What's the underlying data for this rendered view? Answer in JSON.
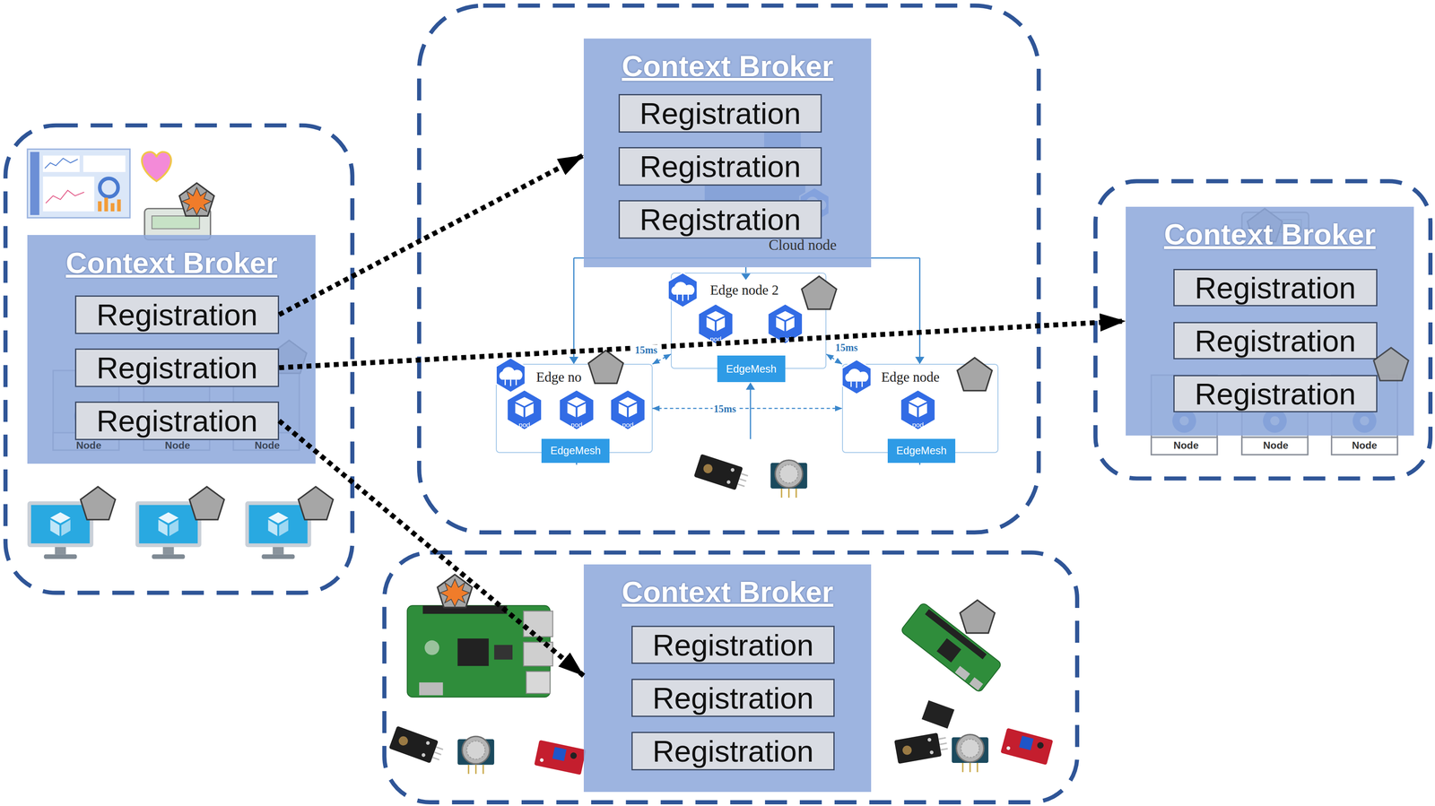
{
  "diagram": {
    "nodes": [
      {
        "text": [
          "Context Broker"
        ]
      },
      {
        "text": [
          "Registration"
        ],
        "in": 0
      },
      {
        "text": [
          "Registration"
        ],
        "in": 0
      },
      {
        "text": [
          "Registration"
        ],
        "in": 0
      },
      {
        "text": [
          "Context Broker"
        ]
      },
      {
        "text": [
          "Registration"
        ],
        "in": 4
      },
      {
        "text": [
          "Registration"
        ],
        "in": 4
      },
      {
        "text": [
          "Registration"
        ],
        "in": 4
      },
      {
        "text": [
          "Edge node 2"
        ]
      },
      {
        "text": [
          "EdgeMesh"
        ],
        "in": 8
      },
      {
        "text": [
          "Edge no"
        ]
      },
      {
        "text": [
          "EdgeMesh"
        ],
        "in": 10
      },
      {
        "text": [
          "Edge node"
        ]
      },
      {
        "text": [
          "EdgeMesh"
        ],
        "in": 12
      },
      {
        "text": [
          "Context Broker"
        ]
      },
      {
        "text": [
          "Registration"
        ],
        "in": 14
      },
      {
        "text": [
          "Registration"
        ],
        "in": 14
      },
      {
        "text": [
          "Registration"
        ],
        "in": 14
      },
      {
        "text": [
          "Context Broker"
        ]
      },
      {
        "text": [
          "Registration"
        ],
        "in": 18
      },
      {
        "text": [
          "Registration"
        ],
        "in": 18
      },
      {
        "text": [
          "Registration"
        ],
        "in": 18
      }
    ],
    "edges": [
      {
        "from": 1,
        "to": 4,
        "arrow": "to"
      },
      {
        "from": 2,
        "to": 14,
        "arrow": "to"
      },
      {
        "from": 3,
        "to": 18,
        "arrow": "to"
      },
      {
        "from": 8,
        "to": 10,
        "label": "15ms",
        "arrow": "both"
      },
      {
        "from": 8,
        "to": 12,
        "label": "15ms",
        "arrow": "both"
      },
      {
        "from": 10,
        "to": 12,
        "label": "15ms",
        "arrow": "both"
      }
    ],
    "labels": [
      "Cloud node",
      "pod",
      "pod",
      "pod",
      "pod",
      "pod",
      "pod",
      "Node",
      "Node",
      "Node",
      "Node",
      "Node",
      "Node"
    ]
  }
}
